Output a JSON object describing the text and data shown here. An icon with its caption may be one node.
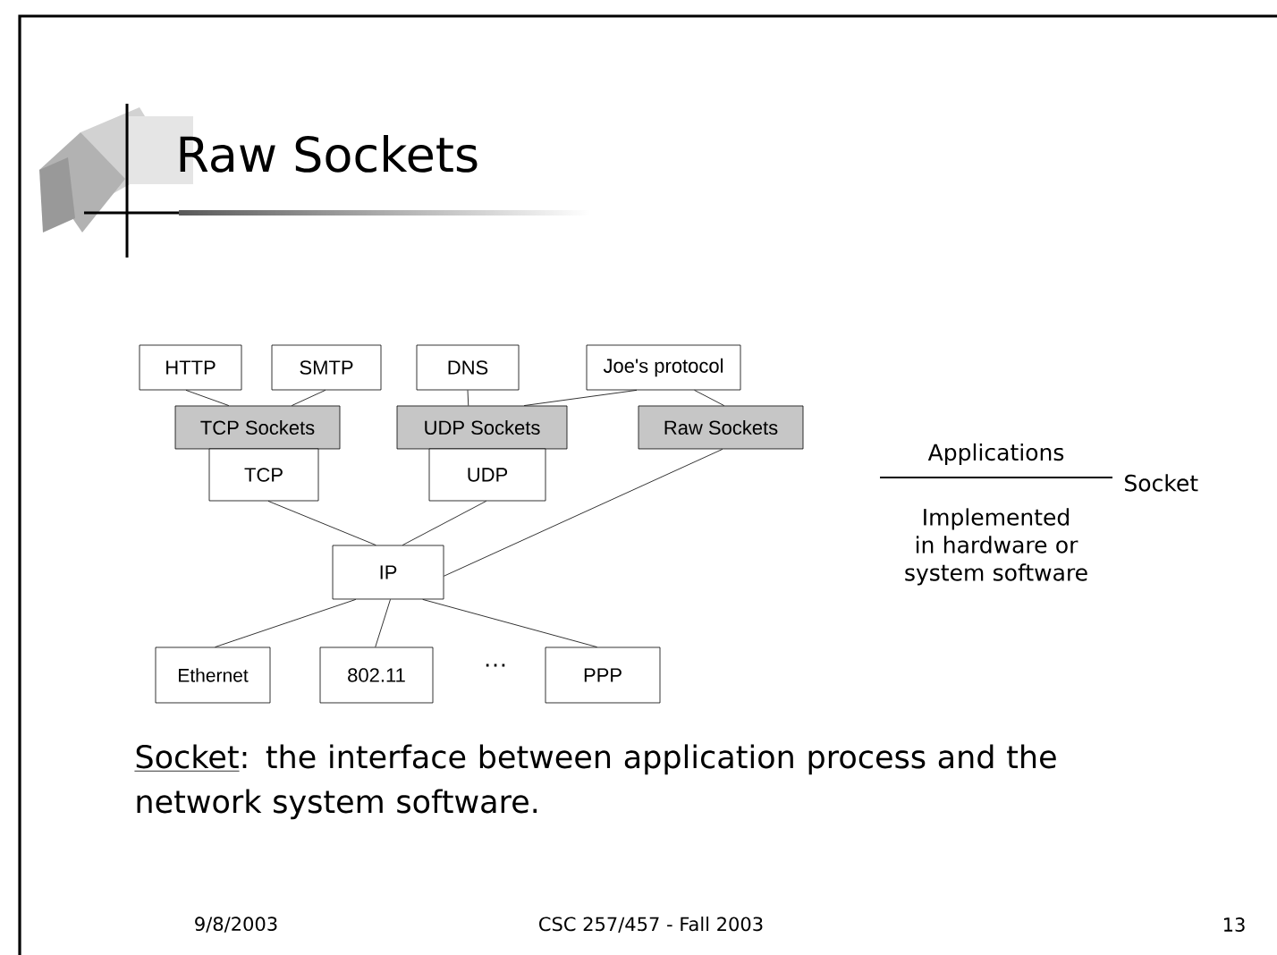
{
  "diagram": {
    "title": "Raw Sockets",
    "nodes": [
      {
        "text": [
          "HTTP"
        ]
      },
      {
        "text": [
          "SMTP"
        ]
      },
      {
        "text": [
          "DNS"
        ]
      },
      {
        "text": [
          "Joe's protocol"
        ]
      },
      {
        "text": [
          "TCP Sockets"
        ]
      },
      {
        "text": [
          "UDP Sockets"
        ]
      },
      {
        "text": [
          "Raw Sockets"
        ]
      },
      {
        "text": [
          "TCP"
        ]
      },
      {
        "text": [
          "UDP"
        ]
      },
      {
        "text": [
          "IP"
        ]
      },
      {
        "text": [
          "Ethernet"
        ]
      },
      {
        "text": [
          "802.11"
        ]
      },
      {
        "text": [
          "PPP"
        ]
      }
    ],
    "edges": [
      {
        "from": 0,
        "to": 4,
        "arrow": "none"
      },
      {
        "from": 1,
        "to": 4,
        "arrow": "none"
      },
      {
        "from": 2,
        "to": 5,
        "arrow": "none"
      },
      {
        "from": 3,
        "to": 5,
        "arrow": "none"
      },
      {
        "from": 3,
        "to": 6,
        "arrow": "none"
      },
      {
        "from": 7,
        "to": 9,
        "arrow": "none"
      },
      {
        "from": 8,
        "to": 9,
        "arrow": "none"
      },
      {
        "from": 6,
        "to": 9,
        "arrow": "none"
      },
      {
        "from": 9,
        "to": 10,
        "arrow": "none"
      },
      {
        "from": 9,
        "to": 11,
        "arrow": "none"
      },
      {
        "from": 9,
        "to": 12,
        "arrow": "none"
      }
    ],
    "labels": [
      "…",
      "Applications",
      "Socket",
      "Implemented in hardware or system software",
      "Socket",
      ": the interface between application process and the network system software.",
      "9/8/2003",
      "CSC 257/457 - Fall 2003",
      "13"
    ]
  }
}
